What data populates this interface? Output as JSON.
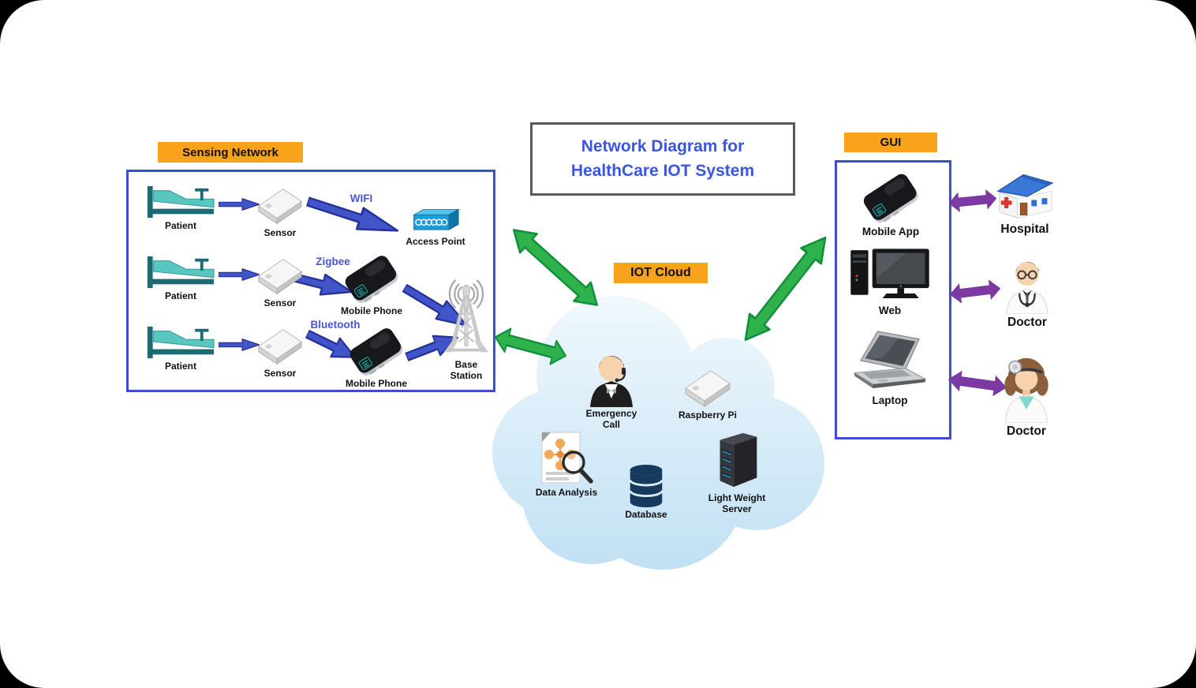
{
  "title": {
    "line1": "Network Diagram for",
    "line2": "HealthCare IOT System"
  },
  "colors": {
    "label_bg": "#F9A21B",
    "box_border": "#3D4ED1",
    "title_text": "#3B55E0",
    "arrow_blue": "#4255C8",
    "arrow_green": "#2FB24C",
    "arrow_purple": "#7D3AA5",
    "protocol_text": "#4756D6",
    "cloud_fill": "#D9ECF8"
  },
  "sensing": {
    "label": "Sensing Network",
    "rows": [
      {
        "patient": "Patient",
        "sensor": "Sensor",
        "protocol": "WIFI",
        "device": "Access Point"
      },
      {
        "patient": "Patient",
        "sensor": "Sensor",
        "protocol": "Zigbee",
        "device": "Mobile Phone"
      },
      {
        "patient": "Patient",
        "sensor": "Sensor",
        "protocol": "Bluetooth",
        "device": "Mobile Phone"
      }
    ],
    "base_station": "Base\nStation"
  },
  "cloud": {
    "label": "IOT Cloud",
    "emergency_call": "Emergency Call",
    "raspberry_pi": "Raspberry Pi",
    "data_analysis": "Data Analysis",
    "database": "Database",
    "server": "Light Weight\nServer"
  },
  "gui": {
    "label": "GUI",
    "mobile_app": "Mobile App",
    "web": "Web",
    "laptop": "Laptop"
  },
  "external": {
    "hospital": "Hospital",
    "doctor1": "Doctor",
    "doctor2": "Doctor"
  }
}
